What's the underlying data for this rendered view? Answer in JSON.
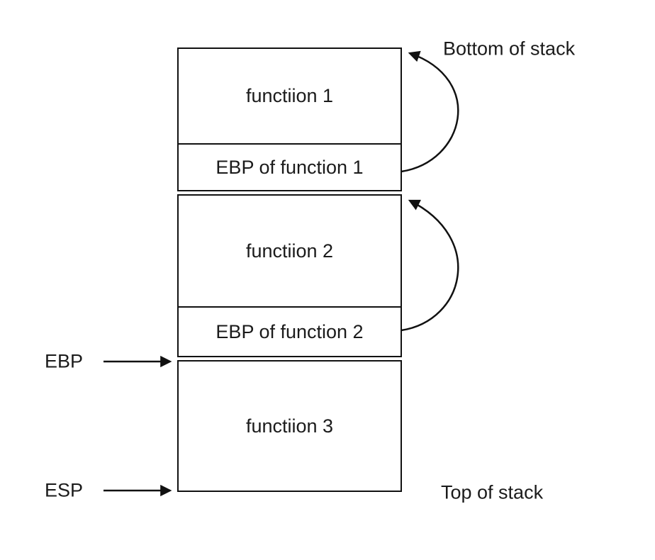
{
  "diagram": {
    "title_implicit": "Call stack frames with saved EBP chain",
    "boxes": [
      {
        "label": "functiion 1"
      },
      {
        "label": "EBP of function 1"
      },
      {
        "label": "functiion 2"
      },
      {
        "label": "EBP of function 2"
      },
      {
        "label": "functiion 3"
      }
    ],
    "annotations": {
      "bottom_of_stack": "Bottom of stack",
      "top_of_stack": "Top of stack",
      "ebp_register": "EBP",
      "esp_register": "ESP"
    },
    "colors": {
      "line": "#111111",
      "text": "#1b1b1b",
      "background": "#ffffff"
    }
  }
}
